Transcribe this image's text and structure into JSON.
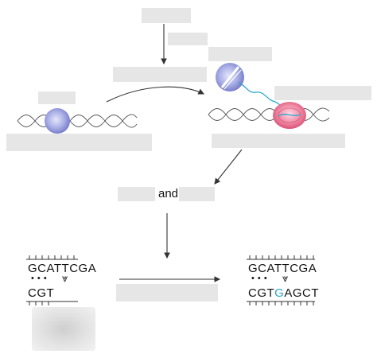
{
  "connector_text": "and",
  "sequence_left": {
    "top_strand": "GCATTCGA",
    "pair_marks": "• • •",
    "lesion_mark": "⩔",
    "bottom_strand": "CGT"
  },
  "sequence_right": {
    "top_strand": "GCATTCGA",
    "pair_marks": "• • •",
    "lesion_mark": "⩔",
    "bottom_prefix": "CGT",
    "bottom_inserted": "G",
    "bottom_suffix": "AGCT"
  },
  "colors": {
    "polymerase_blue": "#9aa0e0",
    "polymerase_pink": "#e86d8c",
    "new_strand": "#2aa6cf",
    "arrow": "#333333",
    "label_placeholder": "#e6e6e6"
  },
  "icons": [
    "dna-helix-left",
    "polymerase-sphere-left",
    "polymerase-sphere-split",
    "translesion-polymerase-pink",
    "dna-helix-right"
  ]
}
